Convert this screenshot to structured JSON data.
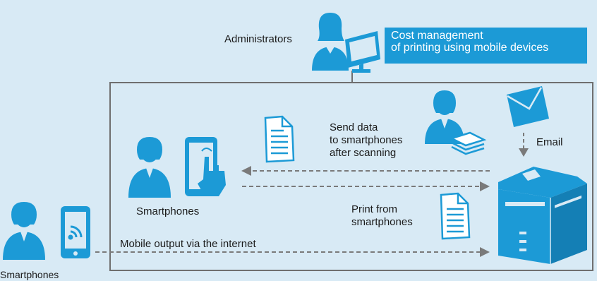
{
  "diagram": {
    "administrators_label": "Administrators",
    "cost_box_line1": "Cost management",
    "cost_box_line2": "of printing using mobile devices",
    "send_data_line1": "Send data",
    "send_data_line2": "to smartphones",
    "send_data_line3": "after scanning",
    "email_label": "Email",
    "smartphones_inner_label": "Smartphones",
    "print_line1": "Print from",
    "print_line2": "smartphones",
    "mobile_output_label": "Mobile output via the internet",
    "smartphones_outer_label": "Smartphones"
  },
  "colors": {
    "background": "#d8eaf5",
    "accent_blue": "#1c9ad6",
    "frame_gray": "#6f6f6f",
    "arrow_gray": "#7a7a7a"
  }
}
